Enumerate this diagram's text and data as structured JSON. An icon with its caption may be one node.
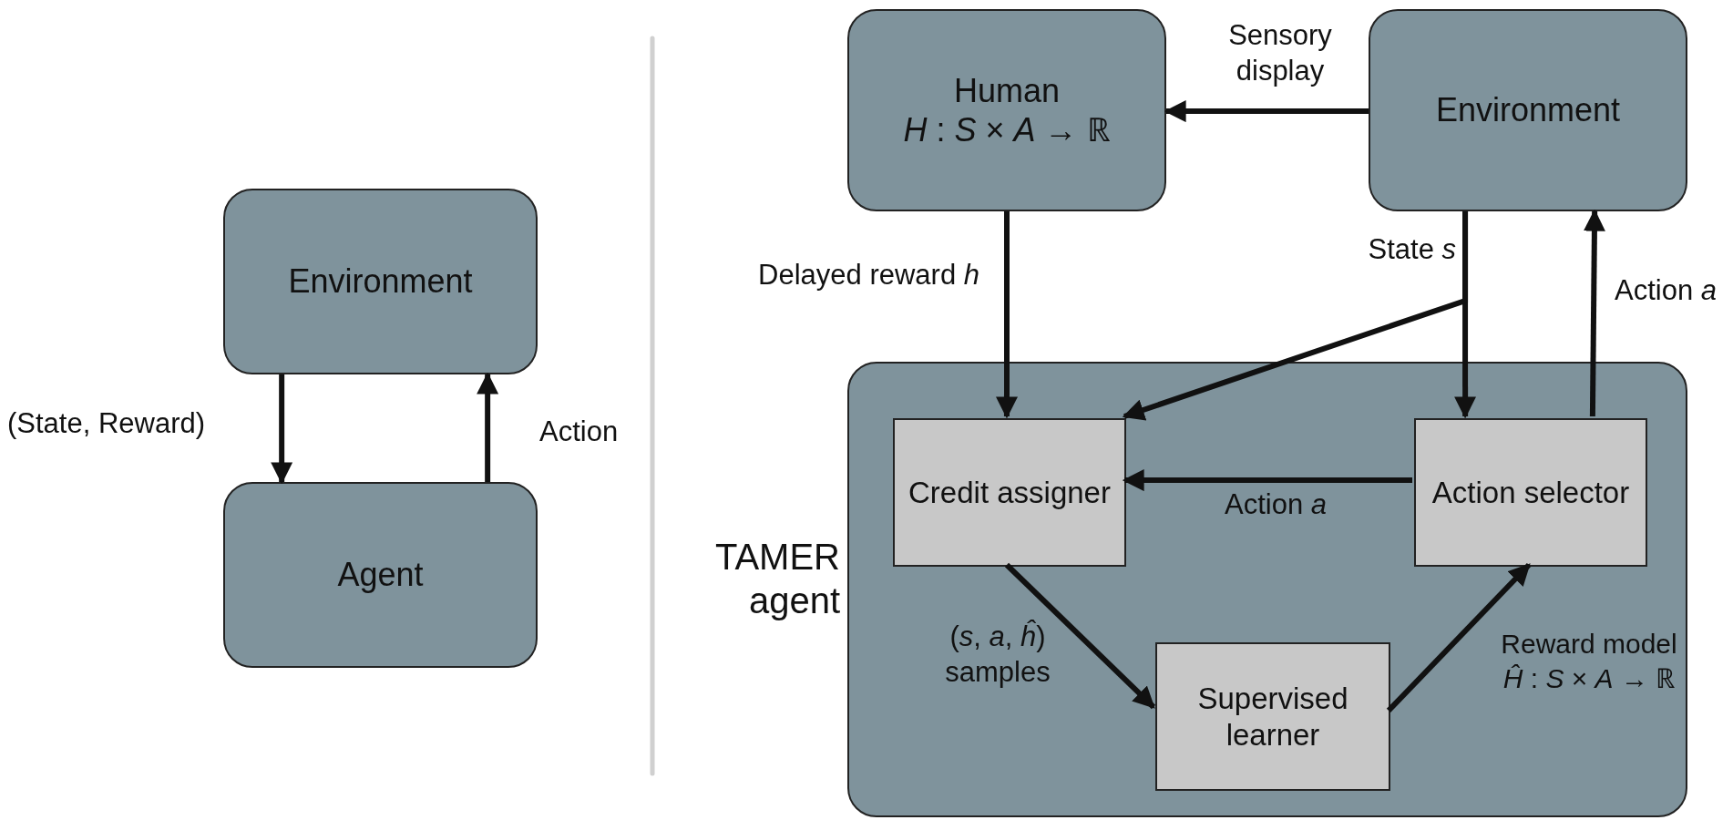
{
  "diagram": {
    "nodes": [
      {
        "text": [
          "Environment"
        ]
      },
      {
        "text": [
          "Agent"
        ]
      },
      {
        "text": [
          "Human",
          "*H* : *S* × *A* → ℝ"
        ]
      },
      {
        "text": [
          "Environment"
        ]
      },
      {
        "text": [
          "TAMER agent"
        ]
      },
      {
        "text": [
          "Credit assigner"
        ],
        "in": 4
      },
      {
        "text": [
          "Action selector"
        ],
        "in": 4
      },
      {
        "text": [
          "Supervised learner"
        ],
        "in": 4
      }
    ],
    "edges": [
      {
        "from": 0,
        "to": 1,
        "arrow": "to",
        "label": "(State, Reward)"
      },
      {
        "from": 1,
        "to": 0,
        "arrow": "to",
        "label": "Action"
      },
      {
        "from": 3,
        "to": 2,
        "arrow": "to",
        "label": "Sensory display"
      },
      {
        "from": 2,
        "to": 5,
        "arrow": "to",
        "label": "Delayed reward *h*"
      },
      {
        "from": 3,
        "to": 6,
        "arrow": "to",
        "label": "State *s*"
      },
      {
        "from": 3,
        "to": 5,
        "arrow": "to"
      },
      {
        "from": 6,
        "to": 3,
        "arrow": "to",
        "label": "Action *a*"
      },
      {
        "from": 6,
        "to": 5,
        "arrow": "to",
        "label": "Action *a*"
      },
      {
        "from": 5,
        "to": 7,
        "arrow": "to",
        "label": "(*s*, *a*, *ĥ*) samples"
      },
      {
        "from": 7,
        "to": 6,
        "arrow": "to",
        "label": "Reward model *Ĥ* : *S* × *A* → ℝ"
      }
    ]
  }
}
